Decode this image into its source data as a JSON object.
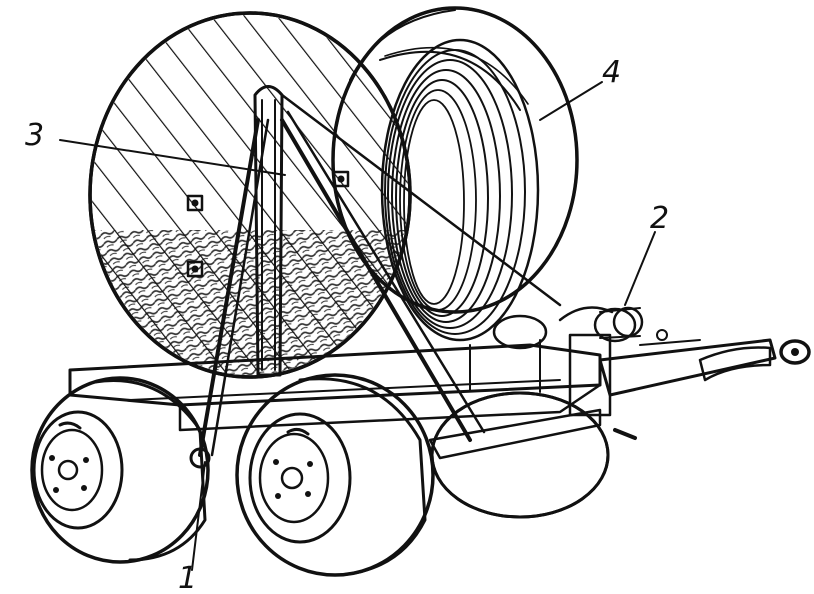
{
  "figure": {
    "callouts": [
      {
        "id": "1",
        "label": "1"
      },
      {
        "id": "2",
        "label": "2"
      },
      {
        "id": "3",
        "label": "3"
      },
      {
        "id": "4",
        "label": "4"
      }
    ],
    "colors": {
      "ink": "#111111",
      "paper": "#ffffff"
    }
  }
}
